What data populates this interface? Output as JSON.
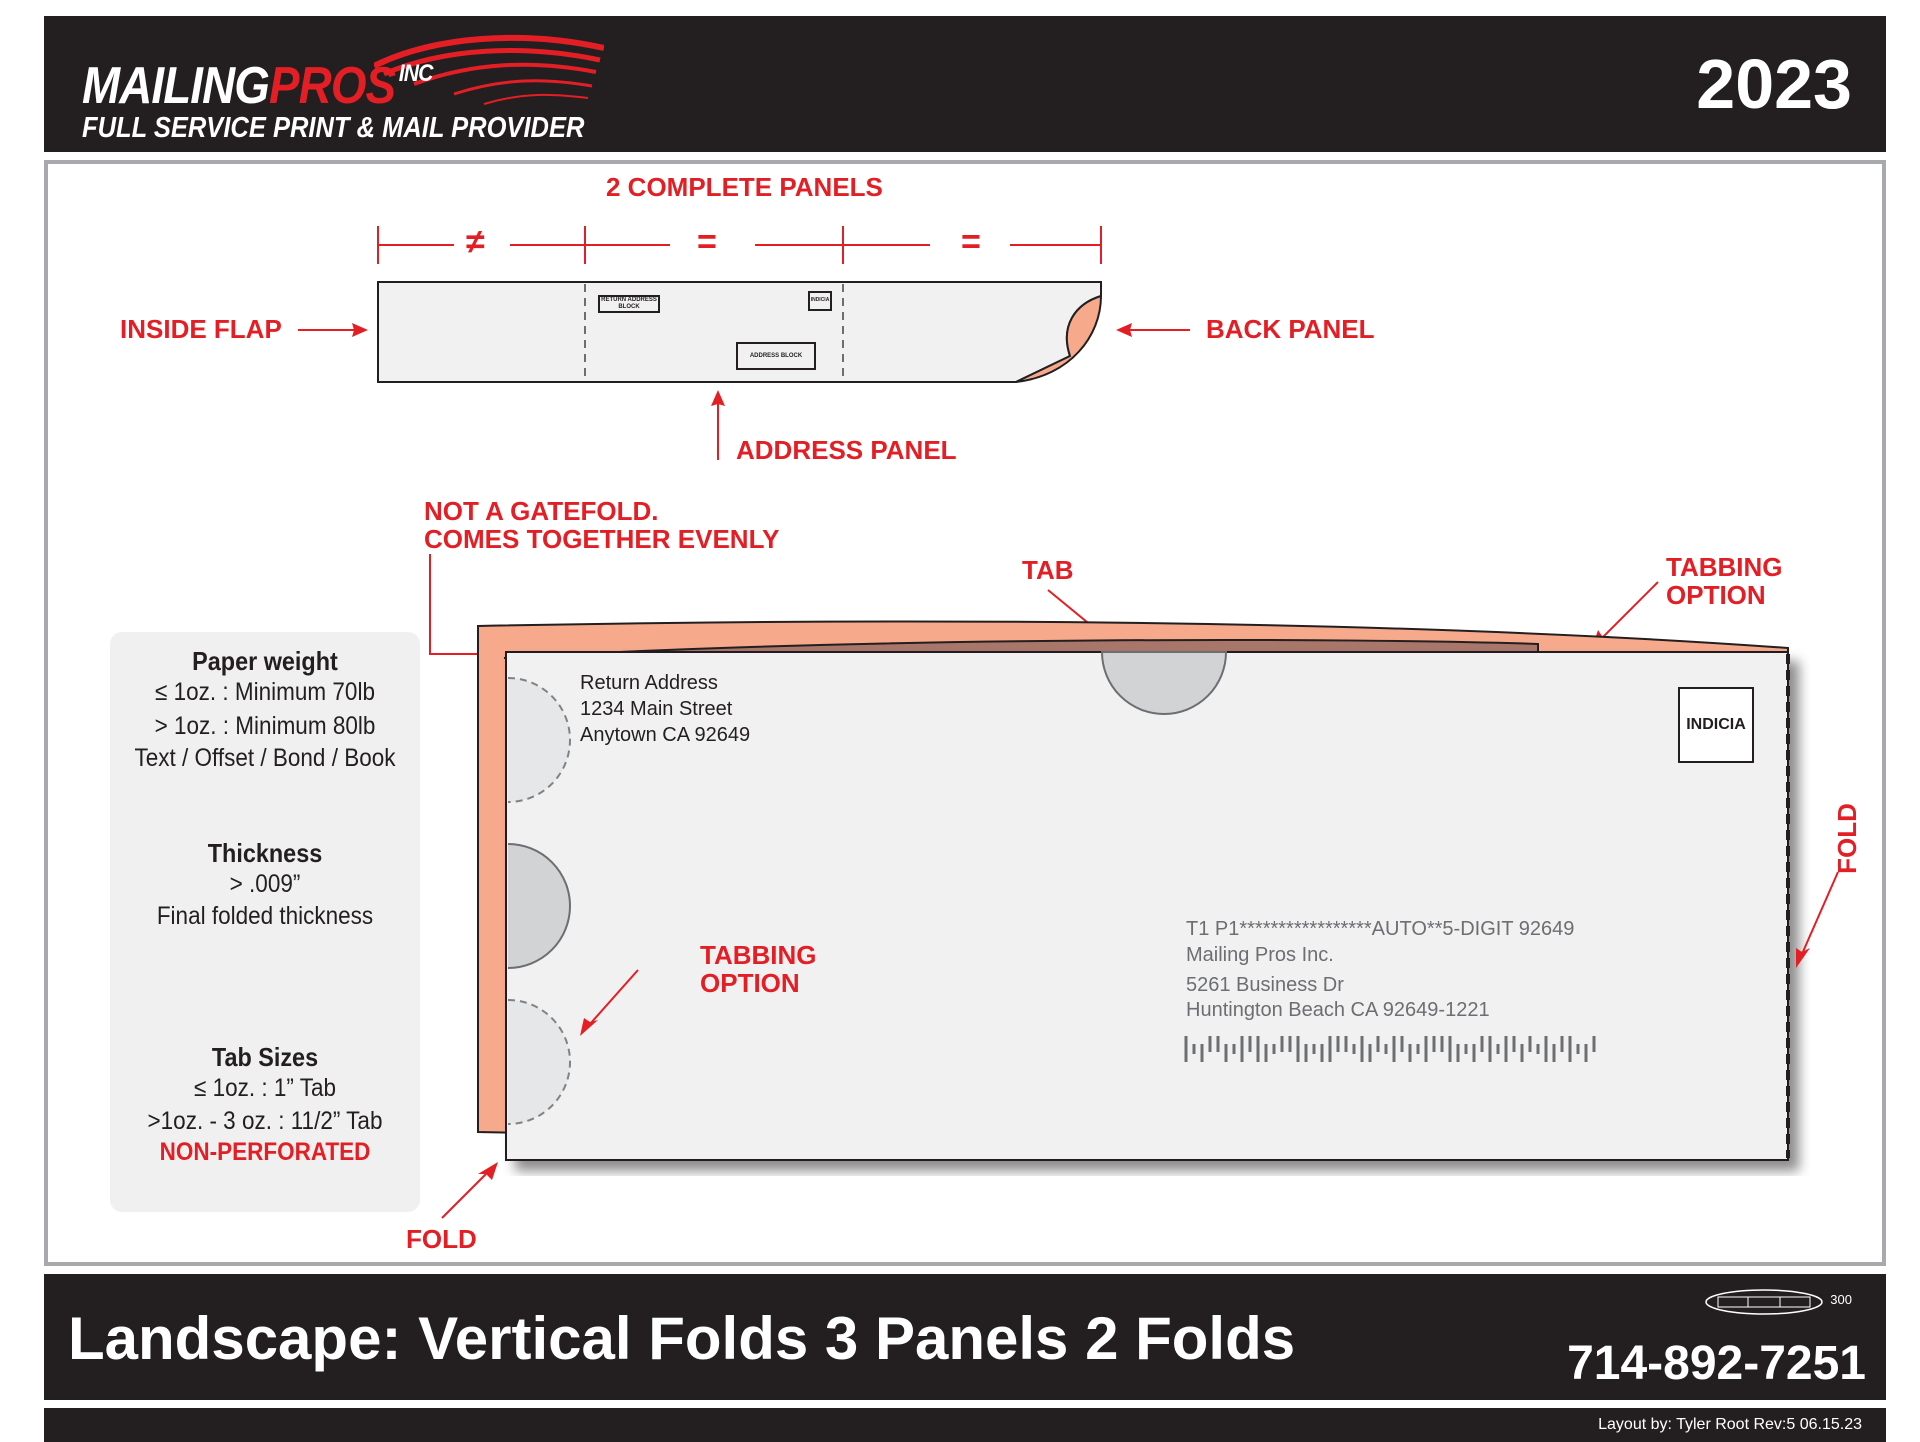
{
  "header": {
    "logo_mailing": "MAILING",
    "logo_pros": "PROS",
    "logo_inc": "INC",
    "logo_tagline": "FULL SERVICE PRINT & MAIL PROVIDER",
    "year": "2023"
  },
  "top_diagram": {
    "title": "2 COMPLETE PANELS",
    "sym_not_equal": "≠",
    "sym_equal_1": "=",
    "sym_equal_2": "=",
    "inside_flap": "INSIDE FLAP",
    "back_panel": "BACK PANEL",
    "address_panel": "ADDRESS PANEL",
    "mini_return": "RETURN ADDRESS BLOCK",
    "mini_indicia": "INDICIA",
    "mini_address": "ADDRESS BLOCK"
  },
  "labels": {
    "not_gatefold_1": "NOT A GATEFOLD.",
    "not_gatefold_2": "COMES TOGETHER EVENLY",
    "tab": "TAB",
    "tabbing_option_top_1": "TABBING",
    "tabbing_option_top_2": "OPTION",
    "tabbing_option_mid_1": "TABBING",
    "tabbing_option_mid_2": "OPTION",
    "fold_bottom": "FOLD",
    "fold_right": "FOLD"
  },
  "info": {
    "paper_weight_title": "Paper weight",
    "paper_weight_1": "≤ 1oz. : Minimum 70lb",
    "paper_weight_2": "> 1oz. : Minimum 80lb",
    "paper_weight_3": "Text / Offset / Bond / Book",
    "thickness_title": "Thickness",
    "thickness_1": "> .009”",
    "thickness_2": "Final folded thickness",
    "tab_sizes_title": "Tab Sizes",
    "tab_sizes_1": "≤ 1oz. : 1” Tab",
    "tab_sizes_2": ">1oz. - 3 oz. : 11/2” Tab",
    "tab_sizes_3": "NON-PERFORATED"
  },
  "envelope": {
    "return_1": "Return Address",
    "return_2": "1234 Main Street",
    "return_3": "Anytown CA 92649",
    "indicia": "INDICIA",
    "addr_1": "T1   P1*****************AUTO**5-DIGIT 92649",
    "addr_2": "Mailing Pros Inc.",
    "addr_3": "5261 Business Dr",
    "addr_4": "Huntington Beach CA 92649-1221"
  },
  "footer": {
    "title": "Landscape: Vertical Folds 3 Panels 2 Folds",
    "phone": "714-892-7251",
    "union_number": "300",
    "credit": "Layout by: Tyler Root Rev:5 06.15.23"
  },
  "colors": {
    "brand_red": "#e31e24",
    "dark": "#231f20",
    "flap_salmon": "#f7a98c",
    "panel_gray": "#f1f1f2"
  }
}
